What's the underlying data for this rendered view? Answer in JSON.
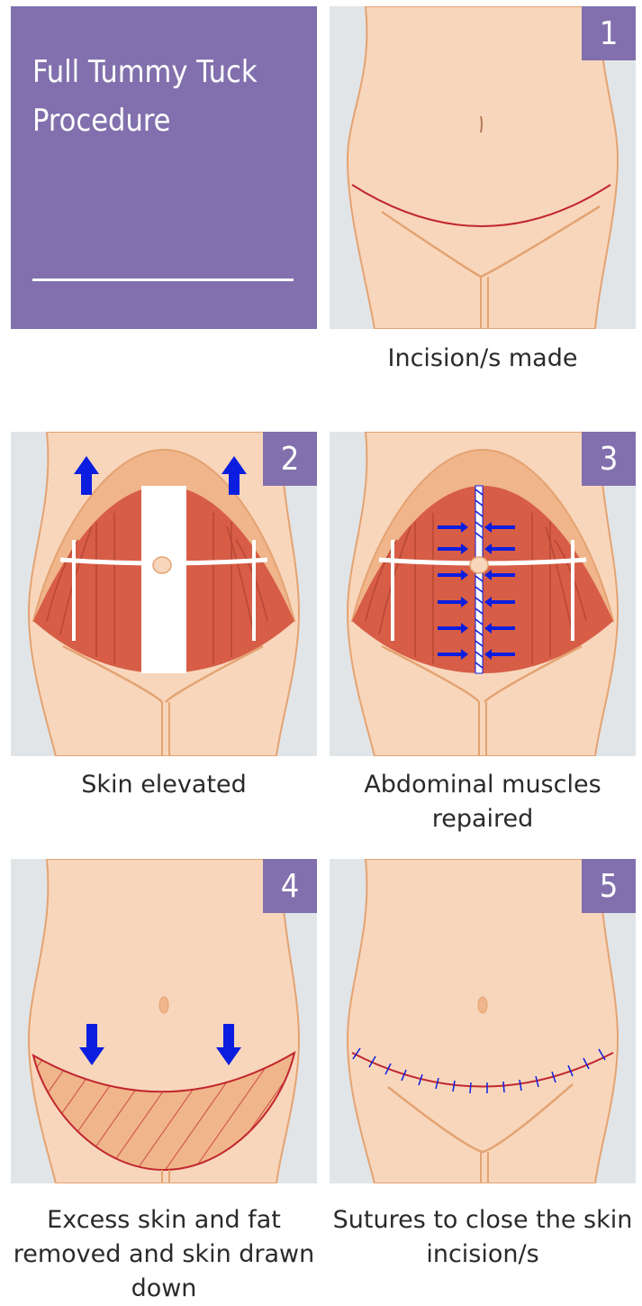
{
  "title": "Full Tummy Tuck Procedure",
  "colors": {
    "accent": "#8170ad",
    "background_panel": "#e1e5e8",
    "skin": "#f8d6bc",
    "skin_outline": "#e4a372",
    "muscle": "#d75d46",
    "incision": "#c1272d",
    "arrow": "#0b1edf"
  },
  "steps": [
    {
      "number": "1",
      "caption": "Incision/s made"
    },
    {
      "number": "2",
      "caption": "Skin elevated"
    },
    {
      "number": "3",
      "caption": "Abdominal muscles repaired"
    },
    {
      "number": "4",
      "caption": "Excess skin and fat removed and skin drawn down"
    },
    {
      "number": "5",
      "caption": "Sutures to close the skin incision/s"
    }
  ]
}
